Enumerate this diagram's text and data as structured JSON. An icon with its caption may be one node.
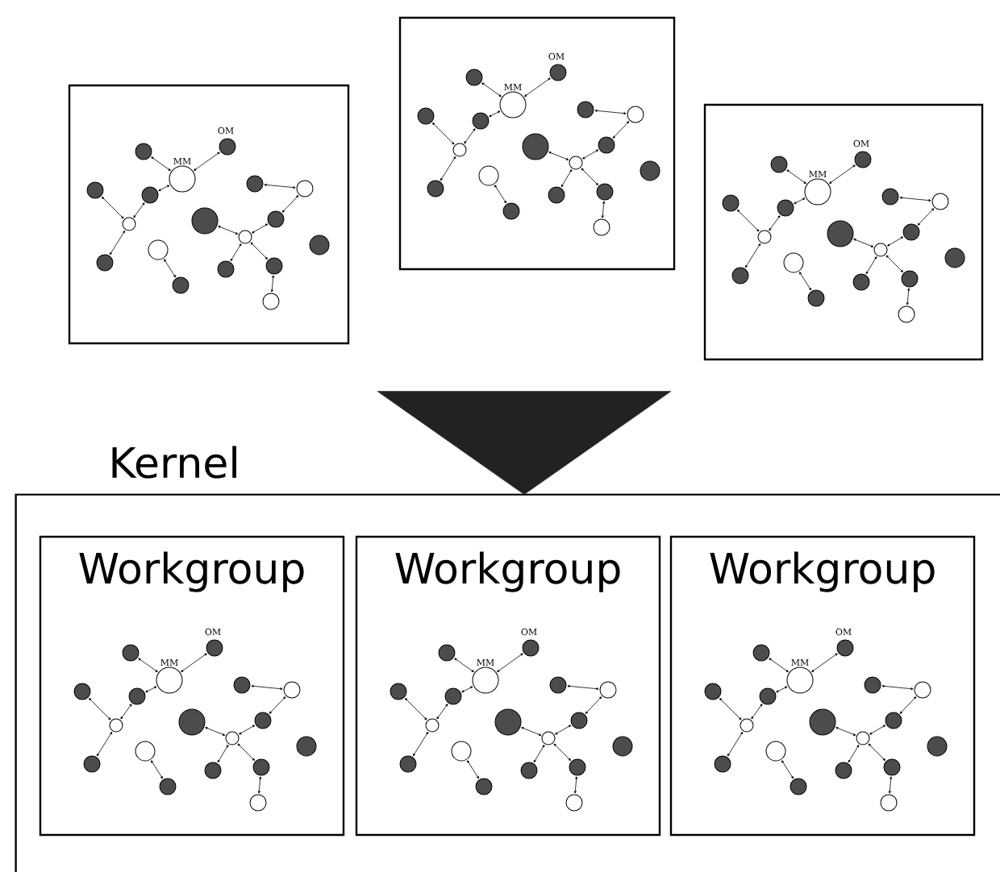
{
  "diagram": {
    "nodes": [
      {
        "text": [],
        "shape": "picture"
      },
      {
        "text": [],
        "shape": "picture"
      },
      {
        "text": [],
        "shape": "picture"
      },
      {
        "text": [
          "Kernel"
        ]
      },
      {
        "text": [
          "Workgroup"
        ],
        "in": 3
      },
      {
        "text": [
          "Workgroup"
        ],
        "in": 3
      },
      {
        "text": [
          "Workgroup"
        ],
        "in": 3
      }
    ],
    "edges": [
      {
        "from": null,
        "to": 3,
        "arrow": "to"
      }
    ],
    "labels": [
      "OM",
      "MM",
      "OM",
      "MM",
      "OM",
      "MM",
      "OM",
      "MM",
      "OM",
      "MM",
      "OM",
      "MM"
    ]
  }
}
